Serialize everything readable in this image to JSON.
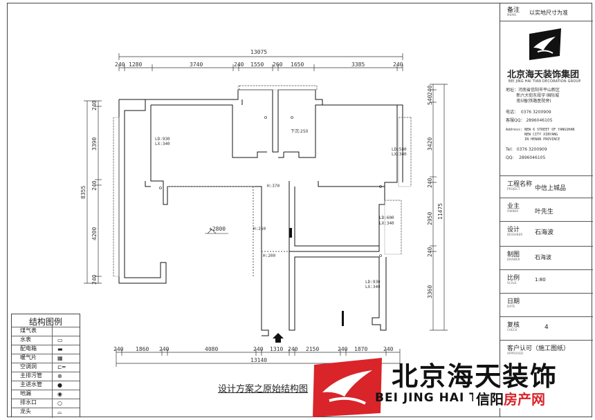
{
  "title_block": {
    "note_label": "备注",
    "note_label_en": "MEMO",
    "note_value": "以实地尺寸为准",
    "company_cn": "北京海天装饰集团",
    "company_en": "BEI JING HAI TIAN DECORATION GROUP",
    "address_cn": "地址：河南省信阳市平山新区\n        新六大街东段宇·国际城\n        南5幢(铁路医院旁)",
    "phone": "电话：  0376 3200909",
    "qq_cn": "客服QQ： 2896046105",
    "address_en": "Address: NEW 6 STREET OF YANGSHAN\n         NEW CITY XINYANG\n         IN HENAN PROVINCE",
    "tel": "Tel:   0376 3200909",
    "qq": "QQ:    2896046105",
    "rows": [
      {
        "label": "工程名称",
        "label_en": "PROJECT",
        "value": "中信上城品"
      },
      {
        "label": "业主",
        "label_en": "OWNER",
        "value": "叶先生"
      },
      {
        "label": "设计",
        "label_en": "DESIGNER",
        "value": "石海波"
      },
      {
        "label": "制图",
        "label_en": "DRAWER",
        "value": "石海波"
      },
      {
        "label": "比例",
        "label_en": "SCALE",
        "value": "1:80"
      },
      {
        "label": "日期",
        "label_en": "DATE",
        "value": ""
      },
      {
        "label": "复核",
        "label_en": "CHECK",
        "value": "4"
      },
      {
        "label": "客户认可（施工图纸）",
        "label_en": "APPROVED",
        "value": ""
      }
    ]
  },
  "legend": {
    "title": "结构图例",
    "items": [
      {
        "label": "煤气表",
        "symbol": ""
      },
      {
        "label": "水表",
        "symbol": "▭"
      },
      {
        "label": "配电箱",
        "symbol": "▬"
      },
      {
        "label": "暖气片",
        "symbol": "▦"
      },
      {
        "label": "空调洞",
        "symbol": "⊏═"
      },
      {
        "label": "主排污管",
        "symbol": "⊗"
      },
      {
        "label": "主进水管",
        "symbol": "●"
      },
      {
        "label": "地漏",
        "symbol": "◉"
      },
      {
        "label": "排水口",
        "symbol": "○"
      },
      {
        "label": "龙头",
        "symbol": "⌓"
      }
    ]
  },
  "plan": {
    "top_total": "13075",
    "top_dims": [
      "240",
      "1280",
      "3740",
      "240",
      "1550",
      "260",
      "1650",
      "3385",
      "240"
    ],
    "bottom_dims": [
      "240",
      "1860",
      "240",
      "4080",
      "240",
      "1310",
      "240",
      "2150",
      "240",
      "1870",
      "240"
    ],
    "bottom_total": "13140",
    "left_total": "8355",
    "left_dims": [
      "240",
      "3390",
      "240",
      "4200",
      "240"
    ],
    "right_dims": [
      "240",
      "540",
      "3420",
      "240",
      "2950",
      "240",
      "3360"
    ],
    "right_total": "11475",
    "room_labels": [
      {
        "text": "LD:930",
        "text2": "LX:340"
      },
      {
        "text": "LD:580",
        "text2": "LX:340"
      },
      {
        "text": "LD:600",
        "text2": "LX:340"
      },
      {
        "text": "LD:930",
        "text2": "LX:340"
      }
    ],
    "beam_labels": [
      "H:370",
      "H:260",
      "H:200",
      "下沉:250"
    ],
    "elevation": "+2800"
  },
  "caption": "设计方案之原始结构图",
  "watermark": {
    "cn": "北京海天装饰",
    "en": "BEI JING HAI TIAN",
    "city": "信阳",
    "site": "房产网"
  }
}
